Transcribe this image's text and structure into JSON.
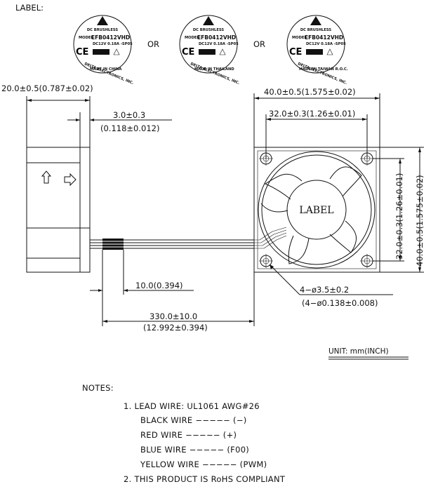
{
  "label_header": "LABEL:",
  "labels": [
    {
      "line1": "DC BRUSHLESS",
      "model_tag": "MODEL",
      "model": "EFB0412VHD",
      "spec": "DC12V  0.18A  -SP05",
      "maker": "DELTA ELECTRONICS, INC.",
      "origin": "MADE IN CHINA"
    },
    {
      "line1": "DC BRUSHLESS",
      "model_tag": "MODEL",
      "model": "EFB0412VHD",
      "spec": "DC12V  0.18A  -SP05",
      "maker": "DELTA ELECTRONICS, INC.",
      "origin": "MADE IN THAILAND"
    },
    {
      "line1": "DC BRUSHLESS",
      "model_tag": "MODEL",
      "model": "EFB0412VHD",
      "spec": "DC12V  0.18A  -SP05",
      "maker": "DELTA ELECTRONICS, INC.",
      "origin": "MADE IN TAIWAN R.O.C."
    }
  ],
  "or_text": "OR",
  "dimensions": {
    "depth": "20.0±0.5(0.787±0.02)",
    "offset_mm": "3.0±0.3",
    "offset_in": "(0.118±0.012)",
    "outer_width": "40.0±0.5(1.575±0.02)",
    "hole_pitch": "32.0±0.3(1.26±0.01)",
    "outer_height": "40.0±0.5(1.575±0.02)",
    "hole_pitch_v": "32.0±0.3(1.26±0.01)",
    "strip": "10.0(0.394)",
    "lead_mm": "330.0±10.0",
    "lead_in": "(12.992±0.394)",
    "hole_mm": "4−ø3.5±0.2",
    "hole_in": "(4−ø0.138±0.008)"
  },
  "hub_label": "LABEL",
  "unit": "UNIT: mm(INCH)",
  "notes": {
    "title": "NOTES:",
    "line1": "1. LEAD WIRE: UL1061 AWG#26",
    "black": "BLACK WIRE −−−−− (−)",
    "red": "RED WIRE −−−−− (+)",
    "blue": "BLUE WIRE −−−−− (F00)",
    "yellow": "YELLOW WIRE −−−−− (PWM)",
    "line2": "2. THIS PRODUCT IS RoHS COMPLIANT"
  }
}
